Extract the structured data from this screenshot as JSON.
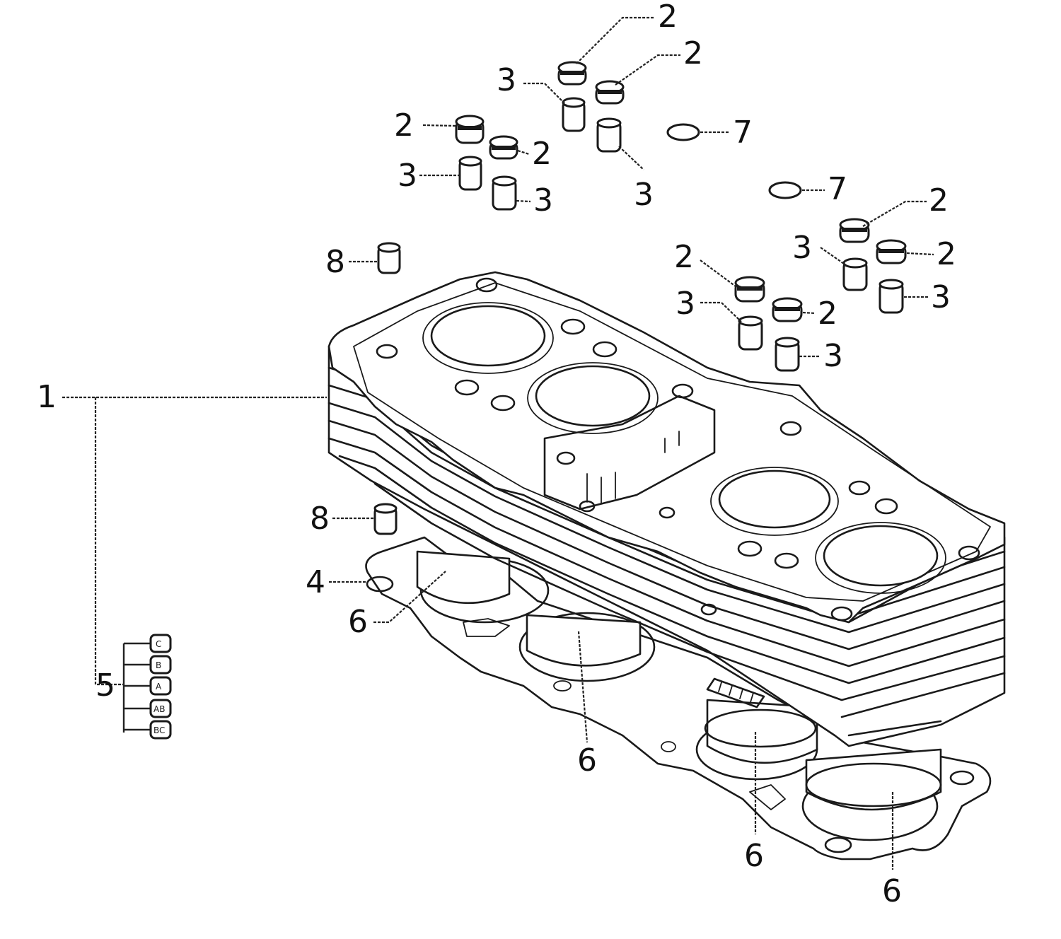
{
  "callouts": {
    "c1": "1",
    "c2a": "2",
    "c2b": "2",
    "c2c": "2",
    "c2d": "2",
    "c2e": "2",
    "c2f": "2",
    "c2g": "2",
    "c2h": "2",
    "c3a": "3",
    "c3b": "3",
    "c3c": "3",
    "c3d": "3",
    "c3e": "3",
    "c3f": "3",
    "c3g": "3",
    "c3h": "3",
    "c4": "4",
    "c5": "5",
    "c6a": "6",
    "c6b": "6",
    "c6c": "6",
    "c6d": "6",
    "c7a": "7",
    "c7b": "7",
    "c8a": "8",
    "c8b": "8"
  },
  "shim_letters": [
    "C",
    "B",
    "A",
    "AB",
    "BC"
  ],
  "colors": {
    "ink": "#1a1a1a",
    "paper": "#ffffff"
  }
}
